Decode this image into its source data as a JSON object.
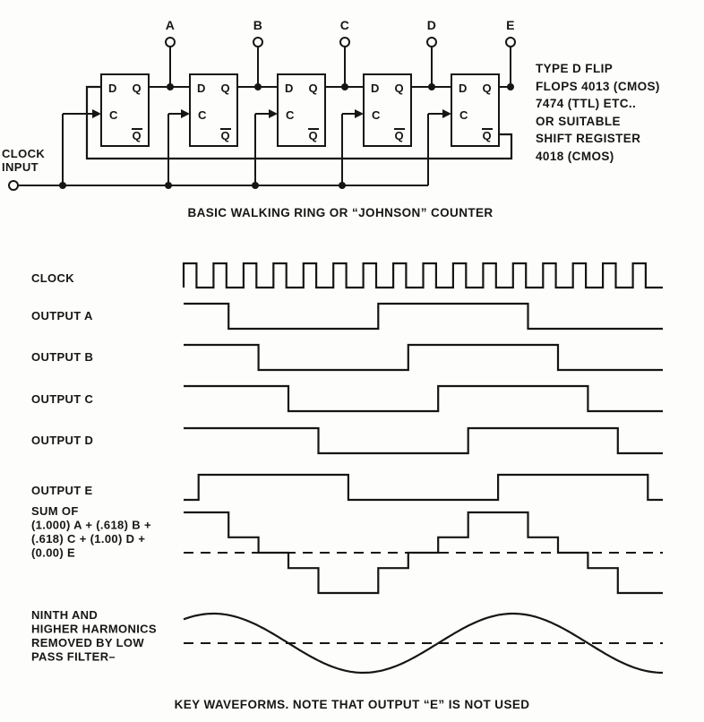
{
  "colors": {
    "ink": "#161616",
    "paper": "#fdfdfc"
  },
  "circuit": {
    "clock_input_label_lines": [
      "CLOCK",
      "INPUT"
    ],
    "note_lines": [
      "TYPE D FLIP",
      "FLOPS 4013 (CMOS)",
      "7474 (TTL) ETC..",
      "OR SUITABLE",
      "SHIFT REGISTER",
      "4018 (CMOS)"
    ],
    "caption": "BASIC WALKING RING OR “JOHNSON” COUNTER",
    "output_terminals": [
      "A",
      "B",
      "C",
      "D",
      "E"
    ],
    "flipflop_count": 5,
    "pin_labels": {
      "d": "D",
      "q": "Q",
      "clock": "C",
      "qbar": "Q̄"
    }
  },
  "waveforms": {
    "clock_cycles": 16,
    "period_clocks": 10,
    "caption": "KEY WAVEFORMS. NOTE THAT OUTPUT “E” IS NOT USED",
    "rows": [
      {
        "id": "clock",
        "type": "clock",
        "label_lines": [
          "CLOCK"
        ]
      },
      {
        "id": "output-a",
        "type": "digital",
        "label_lines": [
          "OUTPUT A"
        ],
        "initial": 1,
        "transitions": [
          1.5,
          6.5,
          11.5
        ]
      },
      {
        "id": "output-b",
        "type": "digital",
        "label_lines": [
          "OUTPUT B"
        ],
        "initial": 1,
        "transitions": [
          2.5,
          7.5,
          12.5
        ]
      },
      {
        "id": "output-c",
        "type": "digital",
        "label_lines": [
          "OUTPUT C"
        ],
        "initial": 1,
        "transitions": [
          3.5,
          8.5,
          13.5
        ]
      },
      {
        "id": "output-d",
        "type": "digital",
        "label_lines": [
          "OUTPUT D"
        ],
        "initial": 1,
        "transitions": [
          4.5,
          9.5,
          14.5
        ]
      },
      {
        "id": "output-e",
        "type": "digital",
        "label_lines": [
          "OUTPUT E"
        ],
        "initial": 0,
        "transitions": [
          0.5,
          5.5,
          10.5,
          15.5
        ]
      },
      {
        "id": "weighted-sum",
        "type": "staircase",
        "label_lines": [
          "SUM OF",
          "(1.000) A + (.618) B +",
          "(.618) C + (1.00) D +",
          "(0.00) E"
        ],
        "weights": [
          1.0,
          0.618,
          0.618,
          1.0,
          0.0
        ]
      },
      {
        "id": "filtered-sine",
        "type": "sine",
        "label_lines": [
          "NINTH AND",
          "HIGHER HARMONICS",
          "REMOVED BY LOW",
          "PASS FILTER–"
        ]
      }
    ]
  }
}
